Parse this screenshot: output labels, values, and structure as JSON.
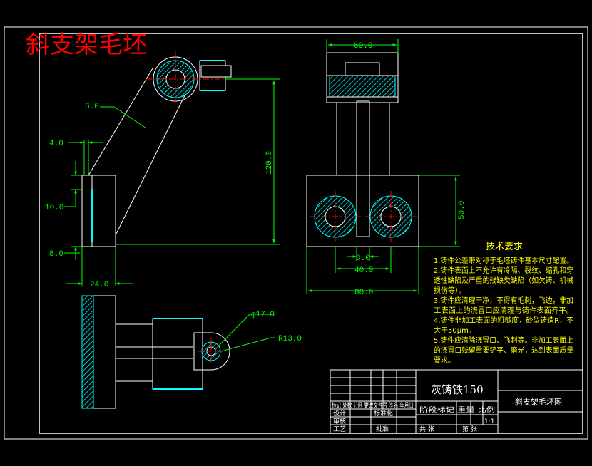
{
  "title": "斜支架毛坯",
  "colors": {
    "background": "#000000",
    "outline": "#ffffff",
    "dimension": "#00ff00",
    "hatch": "#00ffff",
    "centerline": "#ff0000",
    "title": "#ff0000",
    "notes": "#ffff00"
  },
  "front_view": {
    "dims": {
      "d_6": "6.0",
      "d_4": "4.0",
      "d_10": "10.0",
      "d_8": "8.0",
      "d_24": "24.0",
      "d_120": "120.0"
    }
  },
  "side_view": {
    "dims": {
      "d_60_top": "60.0",
      "d_50": "50.0",
      "d_8": "8.0",
      "d_40": "40.0",
      "d_80": "80.0"
    }
  },
  "top_view": {
    "dims": {
      "phi_17": "φ17.0",
      "r_13": "R13.0"
    }
  },
  "tech_requirements": {
    "heading": "技术要求",
    "lines": [
      "1.铸件公差带对称于毛坯铸件基本尺寸配置。",
      "2.铸件表面上不允许有冷隔、裂纹、缩孔和穿",
      "透性缺陷及严重的残缺类缺陷（如欠铸、机械",
      "损伤等）。",
      "3.铸件应清理干净，不得有毛刺，飞边，非加",
      "工表面上的浇冒口应清理与铸件表面齐平。",
      "4.铸件非加工表面的粗糙度，砂型铸造R，不",
      "大于50μm。",
      "5.铸件应清除浇冒口、飞刺等。非加工表面上",
      "的浇冒口残留量要铲平、磨光，达到表面质量",
      "要求。"
    ]
  },
  "title_block": {
    "material": "灰铸铁150",
    "drawing_name": "斜支架毛坯图",
    "scale": "1:1",
    "labels": {
      "design": "设计",
      "check": "审核",
      "process": "工艺",
      "mark_row": "标记 处数 分区 更改文件号 签名 年月日",
      "stage_row": "阶段标记  重量  比例",
      "standard": "标准化",
      "approve": "批准",
      "sheet_total": "共  张",
      "sheet_no": "第  张"
    }
  }
}
